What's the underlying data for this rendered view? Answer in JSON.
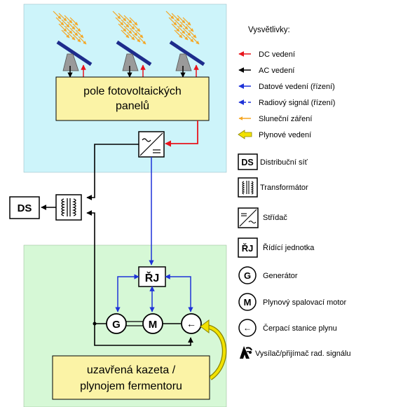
{
  "colors": {
    "solar_area": "#cdf4fa",
    "bio_area": "#d6f8d6",
    "panel_box": "#fbf3a6",
    "dc": "#e8141c",
    "ac": "#000000",
    "data": "#1e32d8",
    "radio": "#1e32d8",
    "sun": "#f5a623",
    "gas": "#f2e200"
  },
  "main": {
    "panel_label_line1": "pole fotovoltaických",
    "panel_label_line2": "panelů",
    "cassette_line1": "uzavřená kazeta /",
    "cassette_line2": "plynojem fermentoru",
    "ds_label": "DS",
    "rj_label": "ŘJ",
    "g_label": "G",
    "m_label": "M",
    "pump_arrow": "←"
  },
  "legend": {
    "title": "Vysvětlivky:",
    "lines": [
      {
        "label": "DC vedení",
        "icon": "red-arrow-icon"
      },
      {
        "label": "AC vedení",
        "icon": "black-arrow-icon"
      },
      {
        "label": "Datové vedení (řízení)",
        "icon": "blue-arrow-icon"
      },
      {
        "label": "Radiový signál (řízení)",
        "icon": "blue-dashed-arrow-icon"
      },
      {
        "label": "Sluneční záření",
        "icon": "sun-ray-arrow-icon"
      },
      {
        "label": "Plynové vedení",
        "icon": "yellow-arrow-icon"
      }
    ],
    "symbols": [
      {
        "label": "Distribuční síť",
        "text": "DS",
        "icon": "distribution-grid-icon"
      },
      {
        "label": "Transformátor",
        "text": "",
        "icon": "transformer-icon"
      },
      {
        "label": "Střídač",
        "text": "",
        "icon": "inverter-icon"
      },
      {
        "label": "Řídící jednotka",
        "text": "ŘJ",
        "icon": "control-unit-icon"
      },
      {
        "label": "Generátor",
        "text": "G",
        "icon": "generator-icon"
      },
      {
        "label": "Plynový spalovací motor",
        "text": "M",
        "icon": "gas-engine-icon"
      },
      {
        "label": "Čerpací stanice plynu",
        "text": "←",
        "icon": "gas-pump-station-icon"
      },
      {
        "label": "Vysílač/přijímač rad. signálu",
        "text": "",
        "icon": "antenna-icon"
      }
    ]
  }
}
